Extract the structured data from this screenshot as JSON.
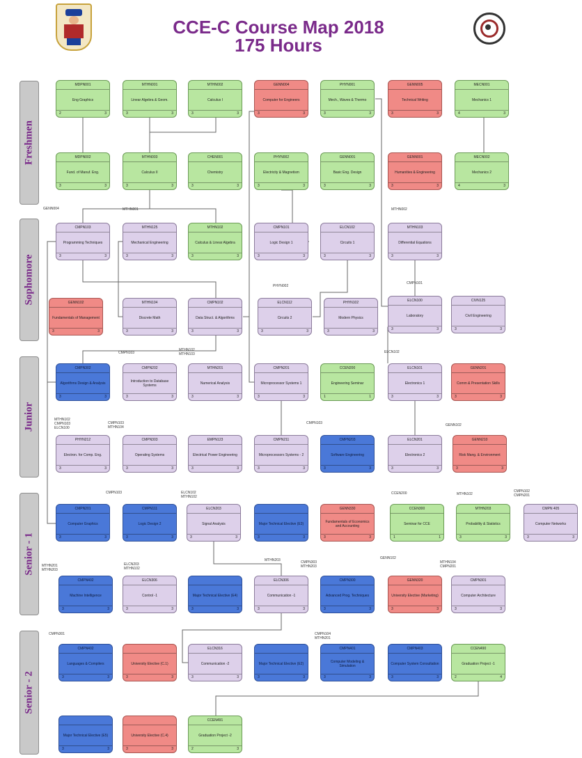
{
  "title": {
    "line1": "CCE-C Course Map 2018",
    "line2": "175 Hours"
  },
  "colors": {
    "required": "#b8e6a0",
    "red": "#f08a86",
    "purple": "#ddd0ea",
    "blue": "#4a78d8",
    "title": "#7a2a8a"
  },
  "years": [
    "Freshmen",
    "Sophomore",
    "Junior",
    "Senior - 1",
    "Senior - 2"
  ],
  "courses": [
    {
      "code": "MDPN001",
      "name": "Eng Graphics",
      "color": "g",
      "n1": "2",
      "n2": "3"
    },
    {
      "code": "MTHN001",
      "name": "Linear Algebra & Geom.",
      "color": "g",
      "n1": "3",
      "n2": "3"
    },
    {
      "code": "MTHN002",
      "name": "Calculus I",
      "color": "g",
      "n1": "3",
      "n2": "3"
    },
    {
      "code": "GENN004",
      "name": "Computer for Engineers",
      "color": "r",
      "n1": "3",
      "n2": "3"
    },
    {
      "code": "PHYN001",
      "name": "Mech., Waves & Thermo",
      "color": "g",
      "n1": "3",
      "n2": "3"
    },
    {
      "code": "GENN005",
      "name": "Technical Writing",
      "color": "r",
      "n1": "3",
      "n2": "3"
    },
    {
      "code": "MECN001",
      "name": "Mechanics 1",
      "color": "g",
      "n1": "4",
      "n2": "3"
    },
    {
      "code": "MDPN002",
      "name": "Fund. of Manuf. Eng.",
      "color": "g",
      "n1": "3",
      "n2": "3"
    },
    {
      "code": "MTHN003",
      "name": "Calculus II",
      "color": "g",
      "n1": "3",
      "n2": "3"
    },
    {
      "code": "CHEN001",
      "name": "Chemistry",
      "color": "g",
      "n1": "3",
      "n2": "3"
    },
    {
      "code": "PHYN002",
      "name": "Electricity & Magnetism",
      "color": "g",
      "n1": "3",
      "n2": "3"
    },
    {
      "code": "GENN001",
      "name": "Basic Eng. Design",
      "color": "g",
      "n1": "3",
      "n2": "3"
    },
    {
      "code": "GENN001",
      "name": "Humanities & Engineering",
      "color": "r",
      "n1": "3",
      "n2": "3"
    },
    {
      "code": "MECN002",
      "name": "Mechanics 2",
      "color": "g",
      "n1": "4",
      "n2": "3"
    },
    {
      "code": "CMPN103",
      "name": "Programming Techniques",
      "color": "p",
      "n1": "3",
      "n2": "3"
    },
    {
      "code": "MTHN125",
      "name": "Mechanical Engineering",
      "color": "p",
      "n1": "3",
      "n2": "3"
    },
    {
      "code": "MTHN102",
      "name": "Calculus & Linear Algebra",
      "color": "g",
      "n1": "3",
      "n2": "3"
    },
    {
      "code": "CMPN101",
      "name": "Logic Design 1",
      "color": "p",
      "n1": "3",
      "n2": "3"
    },
    {
      "code": "ELCN102",
      "name": "Circuits 1",
      "color": "p",
      "n1": "3",
      "n2": "3"
    },
    {
      "code": "MTHN103",
      "name": "Differential Equations",
      "color": "p",
      "n1": "3",
      "n2": "3"
    },
    {
      "code": "GENN102",
      "name": "Fundamentals of Management",
      "color": "r",
      "n1": "3",
      "n2": "3"
    },
    {
      "code": "MTHN104",
      "name": "Discrete Math",
      "color": "p",
      "n1": "3",
      "n2": "3"
    },
    {
      "code": "CMPN102",
      "name": "Data Struct. & Algorithms",
      "color": "p",
      "n1": "3",
      "n2": "3"
    },
    {
      "code": "ELCN112",
      "name": "Circuits 2",
      "color": "p",
      "n1": "3",
      "n2": "3"
    },
    {
      "code": "PHYN102",
      "name": "Modern Physics",
      "color": "p",
      "n1": "3",
      "n2": "3"
    },
    {
      "code": "ELCN100",
      "name": "Laboratory",
      "color": "p",
      "n1": "3",
      "n2": "3"
    },
    {
      "code": "CIVN125",
      "name": "Civil Engineering",
      "color": "p",
      "n1": "3",
      "n2": "3"
    },
    {
      "code": "CMPN302",
      "name": "Algorithms Design & Analysis",
      "color": "b",
      "n1": "3",
      "n2": "3"
    },
    {
      "code": "CMPN202",
      "name": "Introduction to Database Systems",
      "color": "p",
      "n1": "3",
      "n2": "3"
    },
    {
      "code": "MTHN201",
      "name": "Numerical Analysis",
      "color": "p",
      "n1": "3",
      "n2": "3"
    },
    {
      "code": "CMPN201",
      "name": "Microprocessor Systems 1",
      "color": "p",
      "n1": "3",
      "n2": "3"
    },
    {
      "code": "CCEN200",
      "name": "Engineering Seminar",
      "color": "g",
      "n1": "1",
      "n2": "1"
    },
    {
      "code": "ELCN101",
      "name": "Electronics 1",
      "color": "p",
      "n1": "3",
      "n2": "3"
    },
    {
      "code": "GENN201",
      "name": "Comm & Presentation Skills",
      "color": "r",
      "n1": "3",
      "n2": "3"
    },
    {
      "code": "PHYN212",
      "name": "Electron. for Comp. Eng.",
      "color": "p",
      "n1": "3",
      "n2": "3"
    },
    {
      "code": "CMPN303",
      "name": "Operating Systems",
      "color": "p",
      "n1": "3",
      "n2": "3"
    },
    {
      "code": "EMPN123",
      "name": "Electrical Power Engineering",
      "color": "p",
      "n1": "3",
      "n2": "3"
    },
    {
      "code": "CMPN211",
      "name": "Microprocessors Systems - 2",
      "color": "p",
      "n1": "3",
      "n2": "3"
    },
    {
      "code": "CMPN203",
      "name": "Software Engineering",
      "color": "b",
      "n1": "3",
      "n2": "3"
    },
    {
      "code": "ELCN201",
      "name": "Electronics 2",
      "color": "p",
      "n1": "3",
      "n2": "3"
    },
    {
      "code": "GENN210",
      "name": "Risk Mang. & Environment",
      "color": "r",
      "n1": "3",
      "n2": "3"
    },
    {
      "code": "CMPN201",
      "name": "Computer Graphics",
      "color": "b",
      "n1": "3",
      "n2": "3"
    },
    {
      "code": "CMPN111",
      "name": "Logic Design 2",
      "color": "b",
      "n1": "3",
      "n2": "3"
    },
    {
      "code": "ELCN203",
      "name": "Signal Analysis",
      "color": "p",
      "n1": "3",
      "n2": "3"
    },
    {
      "code": "",
      "name": "Major Technical Elective (E3)",
      "color": "b",
      "n1": "3",
      "n2": "3"
    },
    {
      "code": "GENN330",
      "name": "Fundamentals of Economics and Accounting",
      "color": "r",
      "n1": "3",
      "n2": "3"
    },
    {
      "code": "CCEN300",
      "name": "Seminar for CCE",
      "color": "g",
      "n1": "1",
      "n2": "1"
    },
    {
      "code": "MTHN203",
      "name": "Probability & Statistics",
      "color": "g",
      "n1": "3",
      "n2": "3"
    },
    {
      "code": "CMPN 405",
      "name": "Computer Networks",
      "color": "p",
      "n1": "3",
      "n2": "3"
    },
    {
      "code": "CMPN402",
      "name": "Machine Intelligence",
      "color": "b",
      "n1": "3",
      "n2": "3"
    },
    {
      "code": "ELCN306",
      "name": "Control -1",
      "color": "p",
      "n1": "3",
      "n2": "3"
    },
    {
      "code": "",
      "name": "Major Technical Elective (E4)",
      "color": "b",
      "n1": "3",
      "n2": "3"
    },
    {
      "code": "ELCN306",
      "name": "Communication -1",
      "color": "p",
      "n1": "3",
      "n2": "3"
    },
    {
      "code": "CMPN300",
      "name": "Advanced Prog. Techniques",
      "color": "b",
      "n1": "3",
      "n2": "3"
    },
    {
      "code": "GENN320",
      "name": "University Elective (Marketing)",
      "color": "r",
      "n1": "3",
      "n2": "3"
    },
    {
      "code": "CMPN301",
      "name": "Computer Architecture",
      "color": "p",
      "n1": "3",
      "n2": "3"
    },
    {
      "code": "CMPN402",
      "name": "Languages & Compilers",
      "color": "b",
      "n1": "3",
      "n2": "3"
    },
    {
      "code": "",
      "name": "University Elective (C.1)",
      "color": "r",
      "n1": "3",
      "n2": "3"
    },
    {
      "code": "ELCN316",
      "name": "Communication -2",
      "color": "p",
      "n1": "3",
      "n2": "3"
    },
    {
      "code": "",
      "name": "Major Technical Elective (E2)",
      "color": "b",
      "n1": "3",
      "n2": "3"
    },
    {
      "code": "CMPN401",
      "name": "Computer Modeling & Simulation",
      "color": "b",
      "n1": "3",
      "n2": "3"
    },
    {
      "code": "CMPN403",
      "name": "Computer System Consultation",
      "color": "b",
      "n1": "3",
      "n2": "3"
    },
    {
      "code": "CCEN490",
      "name": "Graduation Project -1",
      "color": "g",
      "n1": "2",
      "n2": "4"
    },
    {
      "code": "",
      "name": "Major Technical Elective (E5)",
      "color": "b",
      "n1": "3",
      "n2": "3"
    },
    {
      "code": "",
      "name": "University Elective (C.4)",
      "color": "r",
      "n1": "3",
      "n2": "3"
    },
    {
      "code": "CCEN491",
      "name": "Graduation Project -2",
      "color": "g",
      "n1": "2",
      "n2": "3"
    }
  ],
  "prereq_labels": [
    "GENN004",
    "MTHN001",
    "MTHN002",
    "PHYN002",
    "CMPN101",
    "CMPN103",
    "MTHN102\nMTHN103",
    "ELCN102",
    "MTHN102\nCMPN103\nELCN100",
    "CMPN103\nMTHN104",
    "CMPN103",
    "GENN102",
    "CMPN103",
    "ELCN102\nMTHN102",
    "CCEN200",
    "MTHN102",
    "CMPN102\nCMPN201",
    "MTHN201\nMTHN203",
    "ELCN203\nMTHN102",
    "MTHN203",
    "CMPN303\nMTHN203",
    "GENN102",
    "MTHN104\nCMPN201",
    "CMPN301",
    "CMPN104\nMTHN201"
  ]
}
